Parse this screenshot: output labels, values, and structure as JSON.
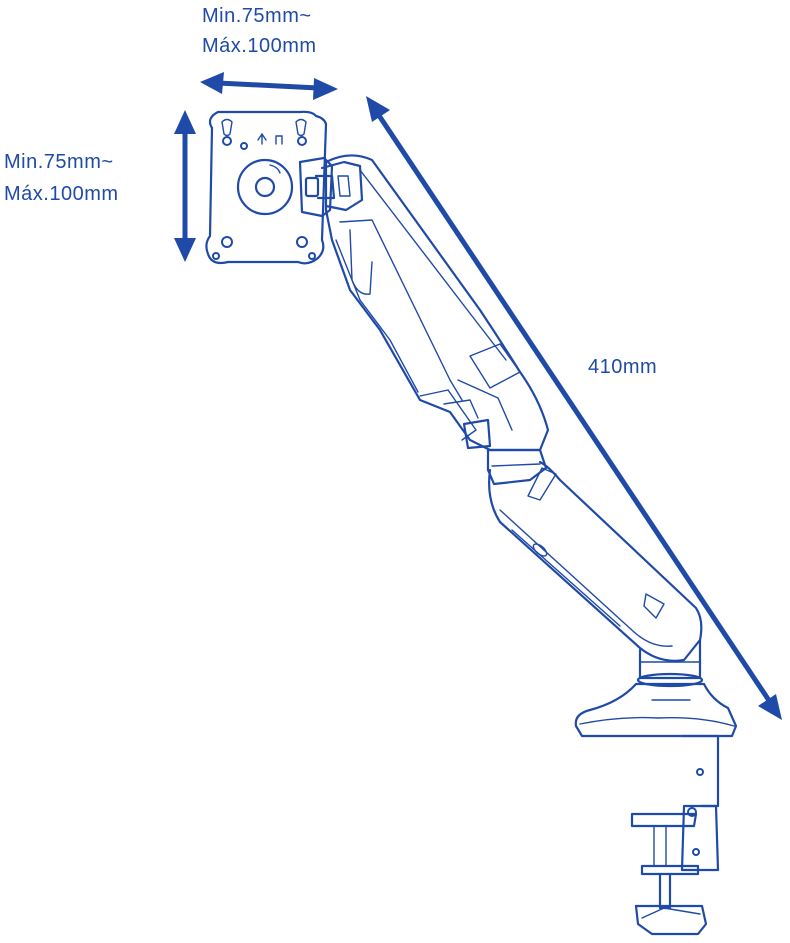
{
  "colors": {
    "line": "#1f4aa8",
    "background": "#ffffff"
  },
  "labels": {
    "top_width_min": "Min.75mm~",
    "top_width_max": "Máx.100mm",
    "left_height_min": "Min.75mm~",
    "left_height_max": "Máx.100mm",
    "arm_length": "410mm"
  }
}
